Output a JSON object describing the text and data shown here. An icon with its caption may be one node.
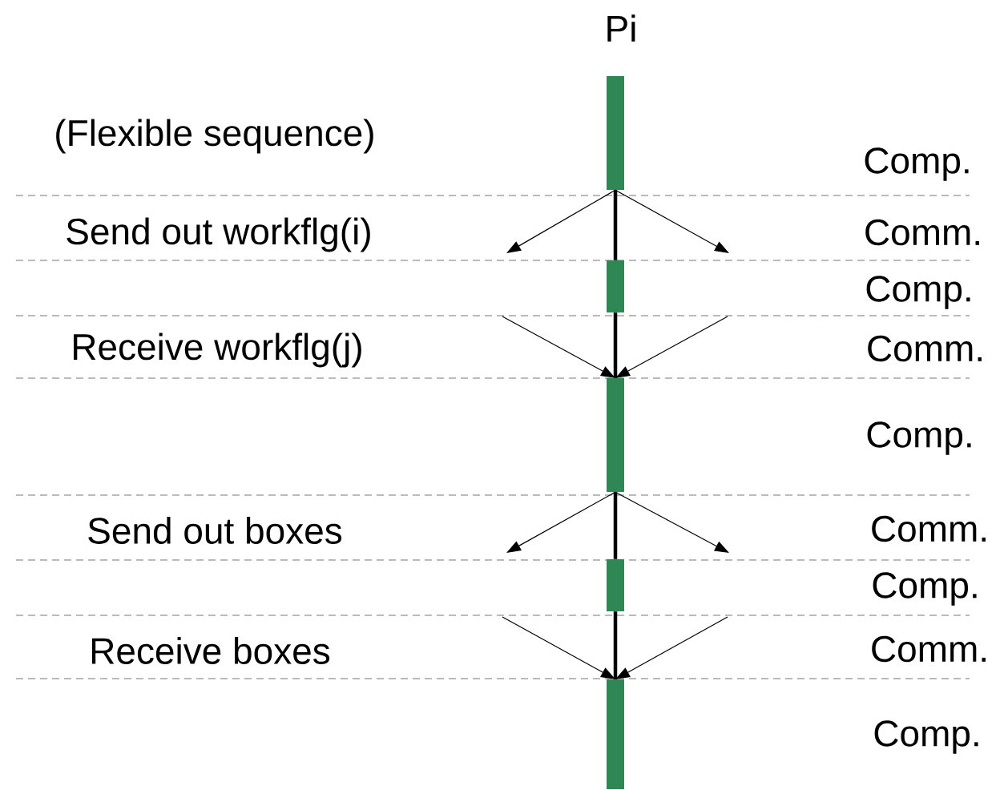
{
  "diagram": {
    "title": "Pi",
    "nodes": [
      {
        "text": [],
        "shape": "bar"
      },
      {
        "text": [],
        "shape": "bar"
      },
      {
        "text": [],
        "shape": "bar"
      },
      {
        "text": [],
        "shape": "bar"
      },
      {
        "text": [],
        "shape": "bar"
      }
    ],
    "edges": [
      {
        "from": 0,
        "to": 1,
        "arrow": "none",
        "style": "thick"
      },
      {
        "from": 1,
        "to": 2,
        "arrow": "none",
        "style": "thick"
      },
      {
        "from": 2,
        "to": 3,
        "arrow": "none",
        "style": "thick"
      },
      {
        "from": 3,
        "to": 4,
        "arrow": "none",
        "style": "thick"
      },
      {
        "from": 0,
        "to": null,
        "arrow": "to"
      },
      {
        "from": 0,
        "to": null,
        "arrow": "to"
      },
      {
        "from": null,
        "to": 2,
        "arrow": "to"
      },
      {
        "from": null,
        "to": 2,
        "arrow": "to"
      },
      {
        "from": 2,
        "to": null,
        "arrow": "to"
      },
      {
        "from": 2,
        "to": null,
        "arrow": "to"
      },
      {
        "from": null,
        "to": 4,
        "arrow": "to"
      },
      {
        "from": null,
        "to": 4,
        "arrow": "to"
      }
    ],
    "labels": [
      "(Flexible sequence)",
      "Comp.",
      "Send out workflg(i)",
      "Comm.",
      "Comp.",
      "Receive workflg(j)",
      "Comm.",
      "Comp.",
      "Send out boxes",
      "Comm.",
      "Comp.",
      "Receive boxes",
      "Comm.",
      "Comp."
    ]
  }
}
